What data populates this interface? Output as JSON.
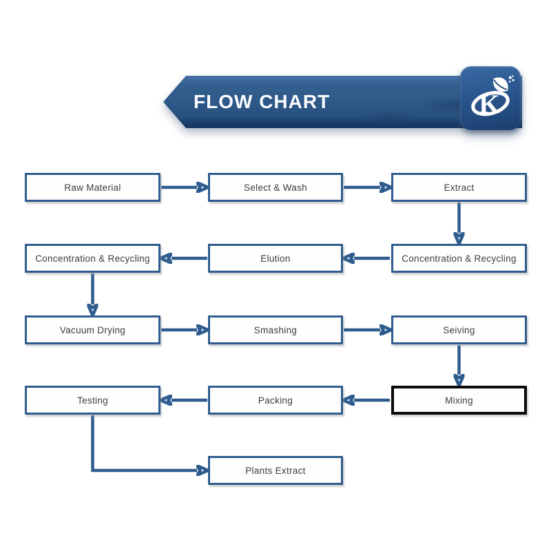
{
  "banner": {
    "title": "FLOW CHART",
    "logo": "k-leaf-brand-logo",
    "colors": {
      "ribbon_blue": "#2d5787",
      "ribbon_dark_edge": "#15345c",
      "logo_plate_blue": "#224a7e",
      "title_text": "#fbfcfe"
    }
  },
  "flowchart": {
    "colors": {
      "box_border": "#2e5c8e",
      "box_fill": "#fefefe",
      "highlight_border": "#0a0a0a",
      "arrow": "#2e5c8e",
      "label_text": "#3c3c3c"
    },
    "nodes": [
      {
        "id": "raw-material",
        "label": "Raw Material",
        "row": 1,
        "col": 1
      },
      {
        "id": "select-wash",
        "label": "Select & Wash",
        "row": 1,
        "col": 2
      },
      {
        "id": "extract",
        "label": "Extract",
        "row": 1,
        "col": 3
      },
      {
        "id": "concentration-recycling-left",
        "label": "Concentration & Recycling",
        "row": 2,
        "col": 1
      },
      {
        "id": "elution",
        "label": "Elution",
        "row": 2,
        "col": 2
      },
      {
        "id": "concentration-recycling-right",
        "label": "Concentration & Recycling",
        "row": 2,
        "col": 3
      },
      {
        "id": "vacuum-drying",
        "label": "Vacuum Drying",
        "row": 3,
        "col": 1
      },
      {
        "id": "smashing",
        "label": "Smashing",
        "row": 3,
        "col": 2
      },
      {
        "id": "seiving",
        "label": "Seiving",
        "row": 3,
        "col": 3
      },
      {
        "id": "testing",
        "label": "Testing",
        "row": 4,
        "col": 1
      },
      {
        "id": "packing",
        "label": "Packing",
        "row": 4,
        "col": 2
      },
      {
        "id": "mixing",
        "label": "Mixing",
        "row": 4,
        "col": 3,
        "highlight": true
      },
      {
        "id": "plants-extract",
        "label": "Plants Extract",
        "row": 5,
        "col": 2
      }
    ],
    "edges": [
      {
        "from": "raw-material",
        "to": "select-wash"
      },
      {
        "from": "select-wash",
        "to": "extract"
      },
      {
        "from": "extract",
        "to": "concentration-recycling-right"
      },
      {
        "from": "concentration-recycling-right",
        "to": "elution"
      },
      {
        "from": "elution",
        "to": "concentration-recycling-left"
      },
      {
        "from": "concentration-recycling-left",
        "to": "vacuum-drying"
      },
      {
        "from": "vacuum-drying",
        "to": "smashing"
      },
      {
        "from": "smashing",
        "to": "seiving"
      },
      {
        "from": "seiving",
        "to": "mixing"
      },
      {
        "from": "mixing",
        "to": "packing"
      },
      {
        "from": "packing",
        "to": "testing"
      },
      {
        "from": "testing",
        "to": "plants-extract"
      }
    ]
  }
}
